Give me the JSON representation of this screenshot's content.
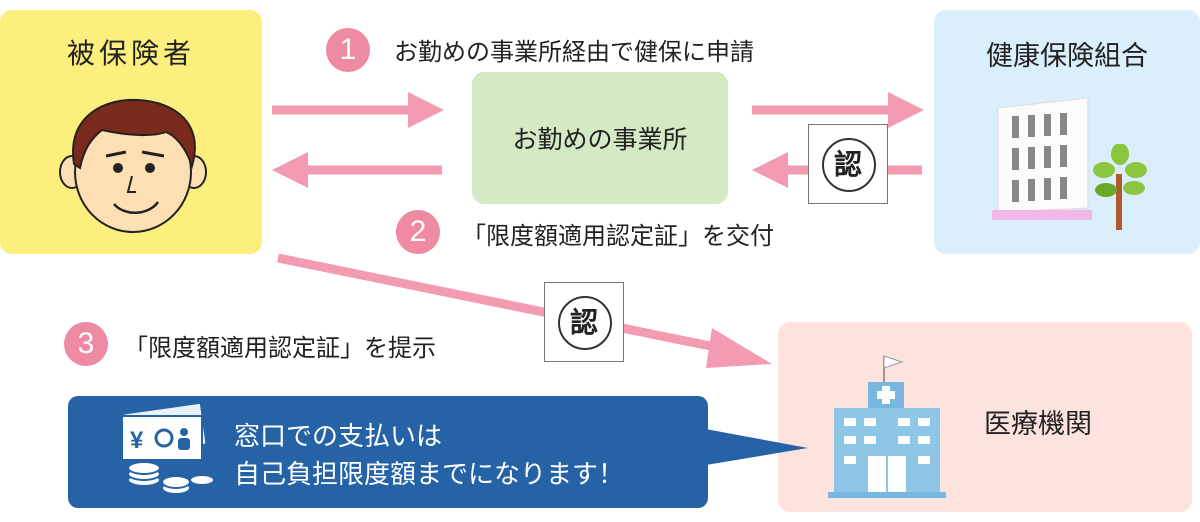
{
  "insured": {
    "label": "被保険者"
  },
  "company": {
    "label": "お勤めの事業所"
  },
  "insurer": {
    "label": "健康保険組合"
  },
  "hospital": {
    "label": "医療機関"
  },
  "steps": [
    {
      "num": "1",
      "text": "お勤めの事業所経由で健保に申請"
    },
    {
      "num": "2",
      "text": "「限度額適用認定証」を交付"
    },
    {
      "num": "3",
      "text": "「限度額適用認定証」を提示"
    }
  ],
  "stamp": {
    "char": "認"
  },
  "callout": {
    "line1": "窓口での支払いは",
    "line2": "自己負担限度額までになります！",
    "yen_glyph": "¥"
  },
  "colors": {
    "insured_bg": "#fdef7d",
    "company_bg": "#d3eac4",
    "insurer_bg": "#dbeefb",
    "hospital_bg": "#fde3dd",
    "arrow": "#f39bb0",
    "step_circle": "#ef8aa3",
    "callout_bg": "#2663a6"
  }
}
